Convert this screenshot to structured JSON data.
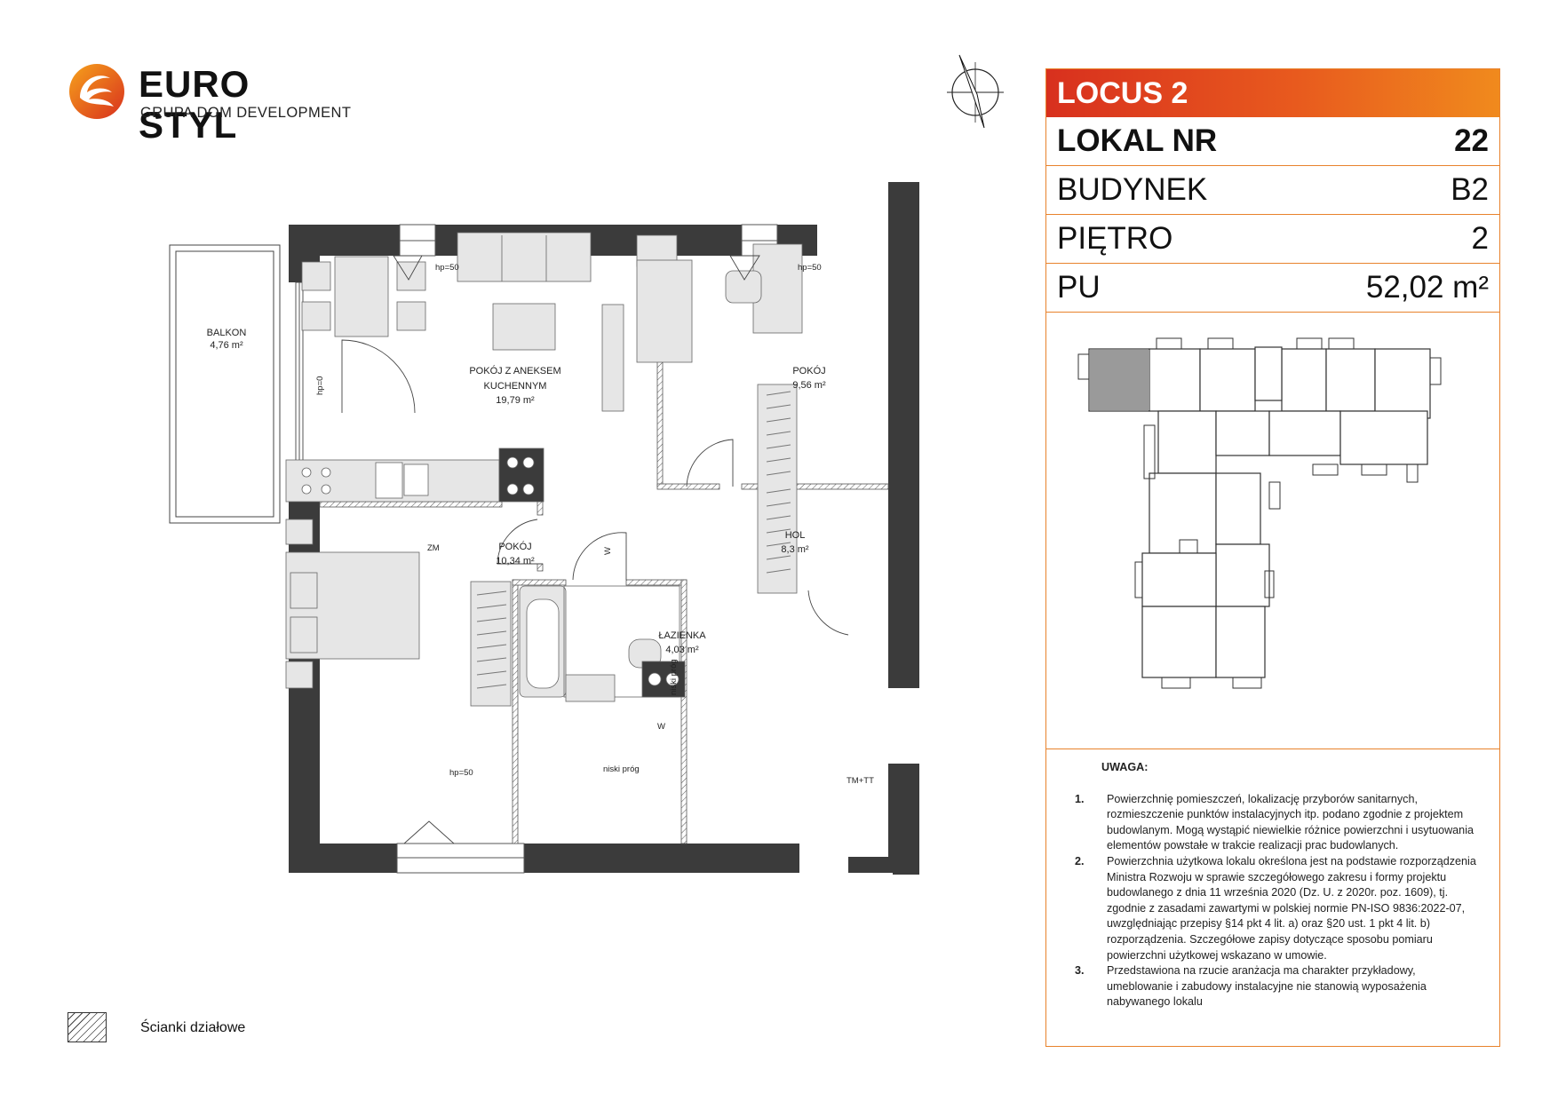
{
  "brand": {
    "name": "EURO STYL",
    "tagline": "GRUPA DOM DEVELOPMENT",
    "colors": {
      "primary_red": "#d8301e",
      "accent_orange": "#f08a1d"
    }
  },
  "compass": {
    "icon": "north-arrow-icon"
  },
  "panel": {
    "project": "LOCUS 2",
    "rows": [
      {
        "label": "LOKAL NR",
        "value": "22"
      },
      {
        "label": "BUDYNEK",
        "value": "B2"
      },
      {
        "label": "PIĘTRO",
        "value": "2"
      },
      {
        "label": "PU",
        "value": "52,02 m²"
      }
    ]
  },
  "rooms": {
    "balcony": {
      "name": "BALKON",
      "area": "4,76 m²"
    },
    "living": {
      "name_line1": "POKÓJ Z ANEKSEM",
      "name_line2": "KUCHENNYM",
      "area": "19,79 m²"
    },
    "room_right": {
      "name": "POKÓJ",
      "area": "9,56 m²"
    },
    "room_left": {
      "name": "POKÓJ",
      "area": "10,34 m²"
    },
    "hall": {
      "name": "HOL",
      "area": "8,3 m²"
    },
    "bathroom": {
      "name": "ŁAZIENKA",
      "area": "4,03 m²"
    }
  },
  "plan_labels": {
    "hp_top_left": "hp=50",
    "hp_top_right": "hp=50",
    "hp_bottom": "hp=50",
    "hp_balcony": "hp=0",
    "zm": "ZM",
    "w_kitchen": "W",
    "w_bath": "W",
    "niski_prog_1": "niski próg",
    "niski_prog_2": "niski próg",
    "tm_tt": "TM+TT"
  },
  "notes": {
    "title": "UWAGA:",
    "items": [
      {
        "num": "1.",
        "text": "Powierzchnię pomieszczeń, lokalizację przyborów sanitarnych, rozmieszczenie punktów instalacyjnych itp. podano zgodnie z projektem budowlanym. Mogą wystąpić niewielkie różnice powierzchni i usytuowania elementów powstałe w trakcie realizacji prac budowlanych."
      },
      {
        "num": "2.",
        "text": "Powierzchnia użytkowa lokalu określona jest na podstawie rozporządzenia Ministra Rozwoju w sprawie szczegółowego zakresu i formy projektu budowlanego z dnia 11 września 2020 (Dz. U. z 2020r. poz. 1609), tj. zgodnie z zasadami zawartymi w polskiej normie PN-ISO 9836:2022-07, uwzględniając przepisy §14 pkt 4 lit. a) oraz §20 ust. 1 pkt 4 lit. b) rozporządzenia. Szczegółowe zapisy dotyczące sposobu pomiaru powierzchni użytkowej wskazano w umowie."
      },
      {
        "num": "3.",
        "text": "Przedstawiona na rzucie aranżacja ma charakter przykładowy, umeblowanie i zabudowy instalacyjne nie stanowią wyposażenia nabywanego lokalu"
      }
    ]
  },
  "legend": {
    "label": "Ścianki działowe"
  }
}
